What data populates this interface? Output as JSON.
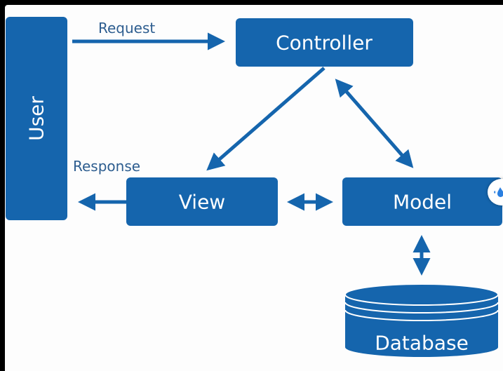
{
  "diagram": {
    "nodes": {
      "user": "User",
      "controller": "Controller",
      "view": "View",
      "model": "Model",
      "database": "Database"
    },
    "edges": {
      "request": "Request",
      "response": "Response"
    }
  },
  "colors": {
    "box": "#1565ad",
    "arrow": "#1565ad",
    "label": "#2d5d8f",
    "background": "#fdfdfd"
  },
  "floating_button": {
    "icon": "sparkle-drops-icon"
  }
}
